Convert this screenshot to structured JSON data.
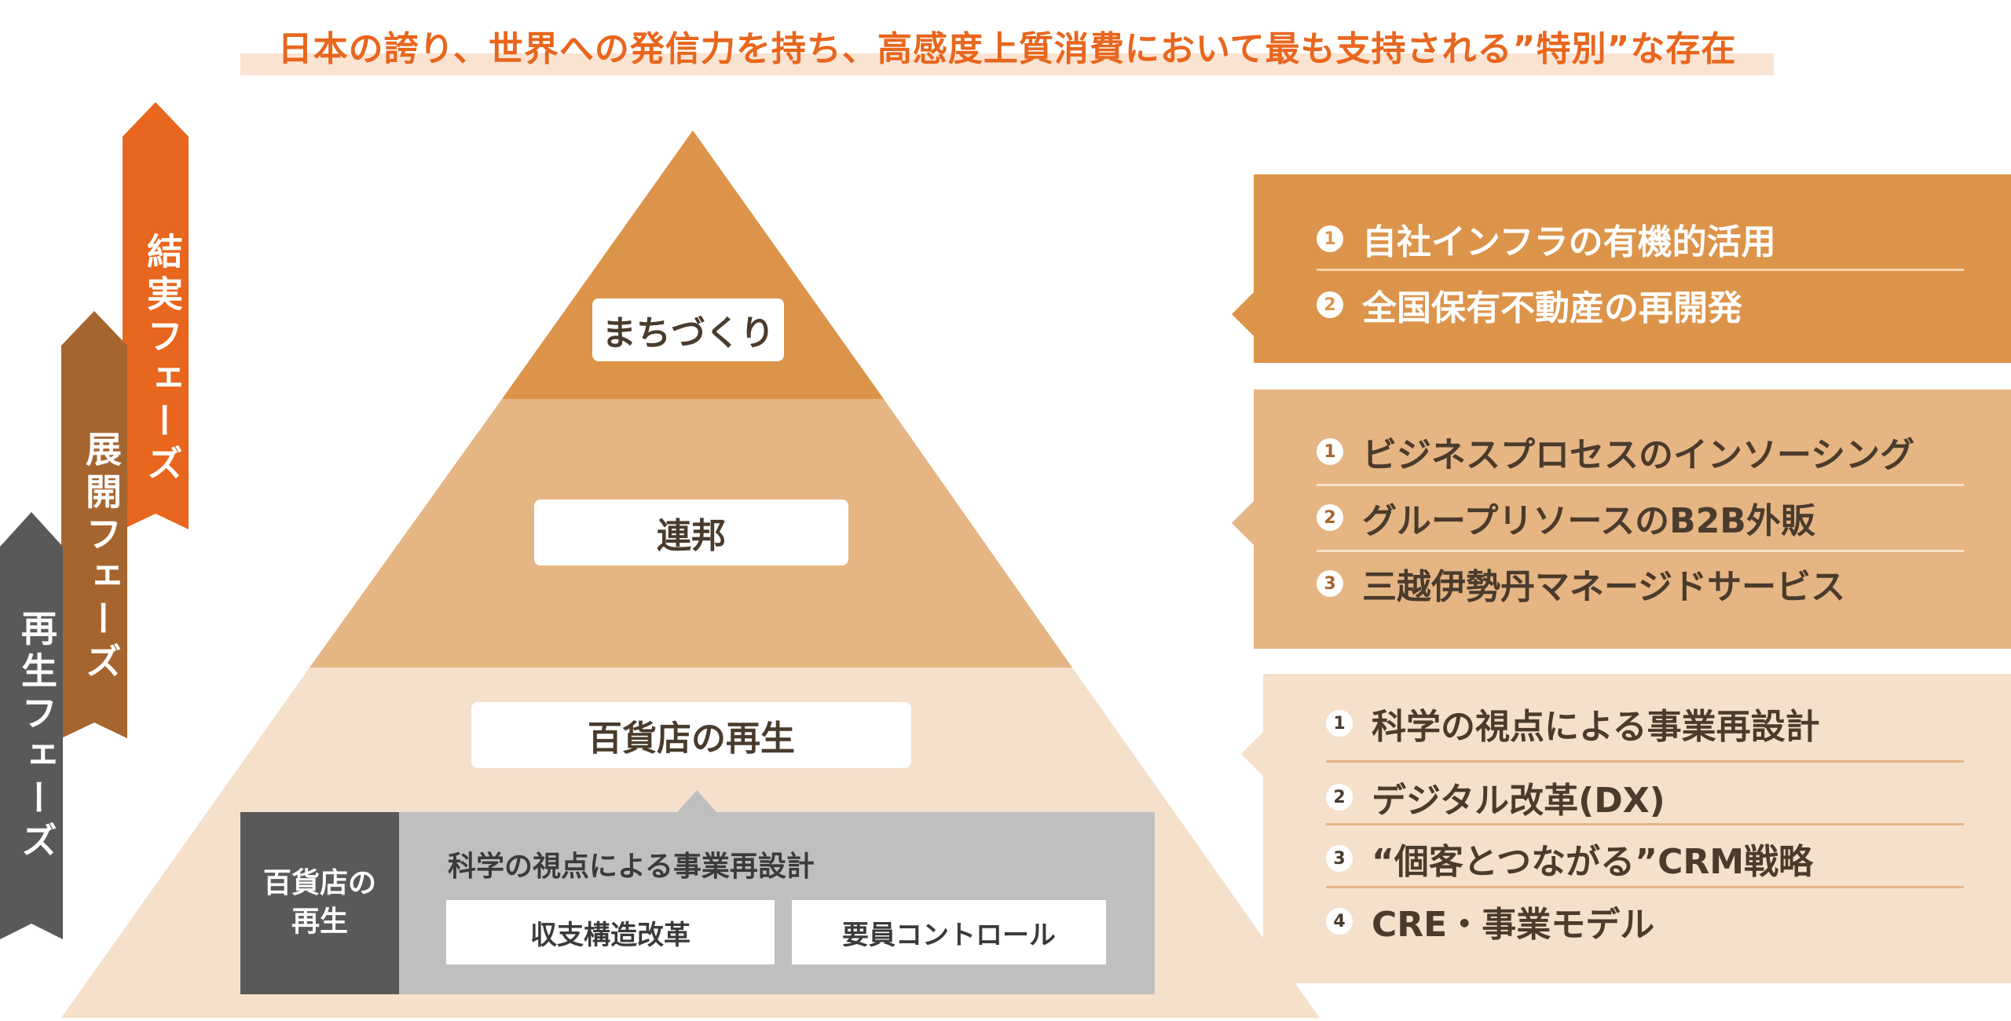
{
  "headline": "日本の誇り、世界への発信力を持ち、高感度上質消費において最も支持される”特別”な存在",
  "phases": [
    {
      "label": "結実フェーズ",
      "color": "#e8661d"
    },
    {
      "label": "展開フェーズ",
      "color": "#a6652e"
    },
    {
      "label": "再生フェーズ",
      "color": "#595959"
    }
  ],
  "pyramid": {
    "tiers": [
      {
        "label": "まちづくり",
        "color": "#dc944a"
      },
      {
        "label": "連邦",
        "color": "#e6b584"
      },
      {
        "label": "百貨店の再生",
        "color": "#f5e0cc"
      }
    ]
  },
  "detail": {
    "side_label": "百貨店の\n再生",
    "title": "科学の視点による事業再設計",
    "items": [
      "収支構造改革",
      "要員コントロール"
    ]
  },
  "panels": [
    {
      "bg": "#dc944a",
      "text_color": "#ffffff",
      "items": [
        {
          "num": "1",
          "text": "自社インフラの有機的活用"
        },
        {
          "num": "2",
          "text": "全国保有不動産の再開発"
        }
      ]
    },
    {
      "bg": "#e6b584",
      "text_color": "#4a3b2c",
      "items": [
        {
          "num": "1",
          "text": "ビジネスプロセスのインソーシング"
        },
        {
          "num": "2",
          "text": "グループリソースのB2B外販"
        },
        {
          "num": "3",
          "text": "三越伊勢丹マネージドサービス"
        }
      ]
    },
    {
      "bg": "#f5e0cc",
      "text_color": "#4a3b2c",
      "items": [
        {
          "num": "1",
          "text": "科学の視点による事業再設計"
        },
        {
          "num": "2",
          "text": "デジタル改革(DX)"
        },
        {
          "num": "3",
          "text": "“個客とつながる”CRM戦略"
        },
        {
          "num": "4",
          "text": "CRE・事業モデル"
        }
      ]
    }
  ]
}
